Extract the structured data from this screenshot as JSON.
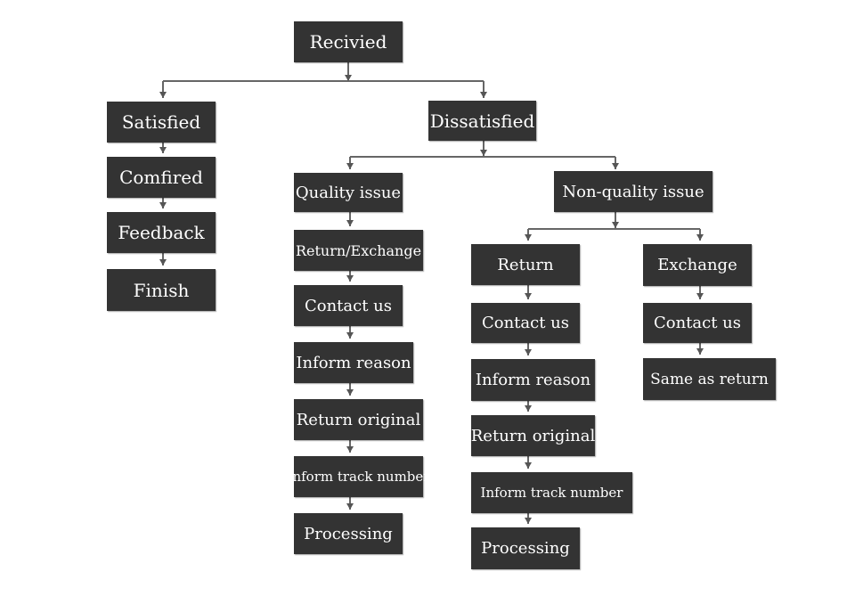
{
  "diagram": {
    "root": "Recivied",
    "satisfied_branch": {
      "title": "Satisfied",
      "steps": [
        "Comfired",
        "Feedback",
        "Finish"
      ]
    },
    "dissatisfied_branch": {
      "title": "Dissatisfied",
      "quality": {
        "title": "Quality issue",
        "steps": [
          "Return/Exchange",
          "Contact us",
          "Inform reason",
          "Return original",
          "Inform track number",
          "Processing"
        ]
      },
      "non_quality": {
        "title": "Non-quality issue",
        "return": {
          "title": "Return",
          "steps": [
            "Contact us",
            "Inform reason",
            "Return original",
            "Inform track number",
            "Processing"
          ]
        },
        "exchange": {
          "title": "Exchange",
          "steps": [
            "Contact us",
            "Same as return"
          ]
        }
      }
    }
  },
  "colors": {
    "box": "#333333",
    "text": "#ffffff",
    "connector": "#666666"
  }
}
